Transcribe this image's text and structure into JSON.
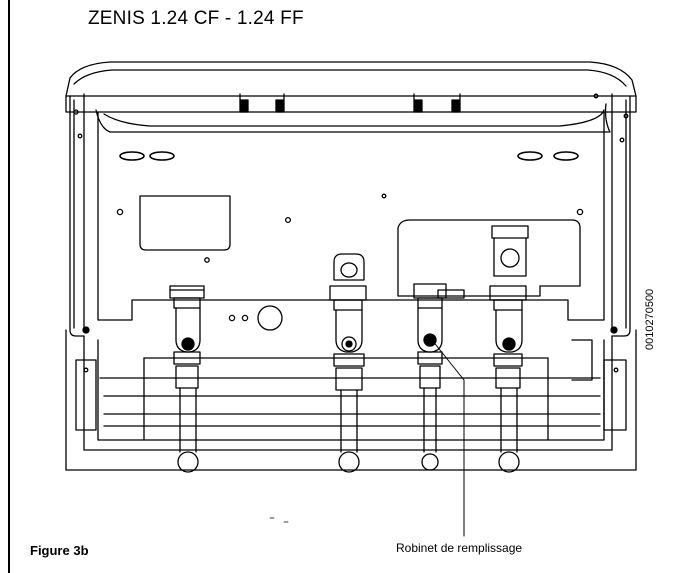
{
  "title": "ZENIS 1.24 CF - 1.24 FF",
  "document_code": "0010270500",
  "figure_label": "Figure 3b",
  "callout_label": "Robinet de remplissage"
}
